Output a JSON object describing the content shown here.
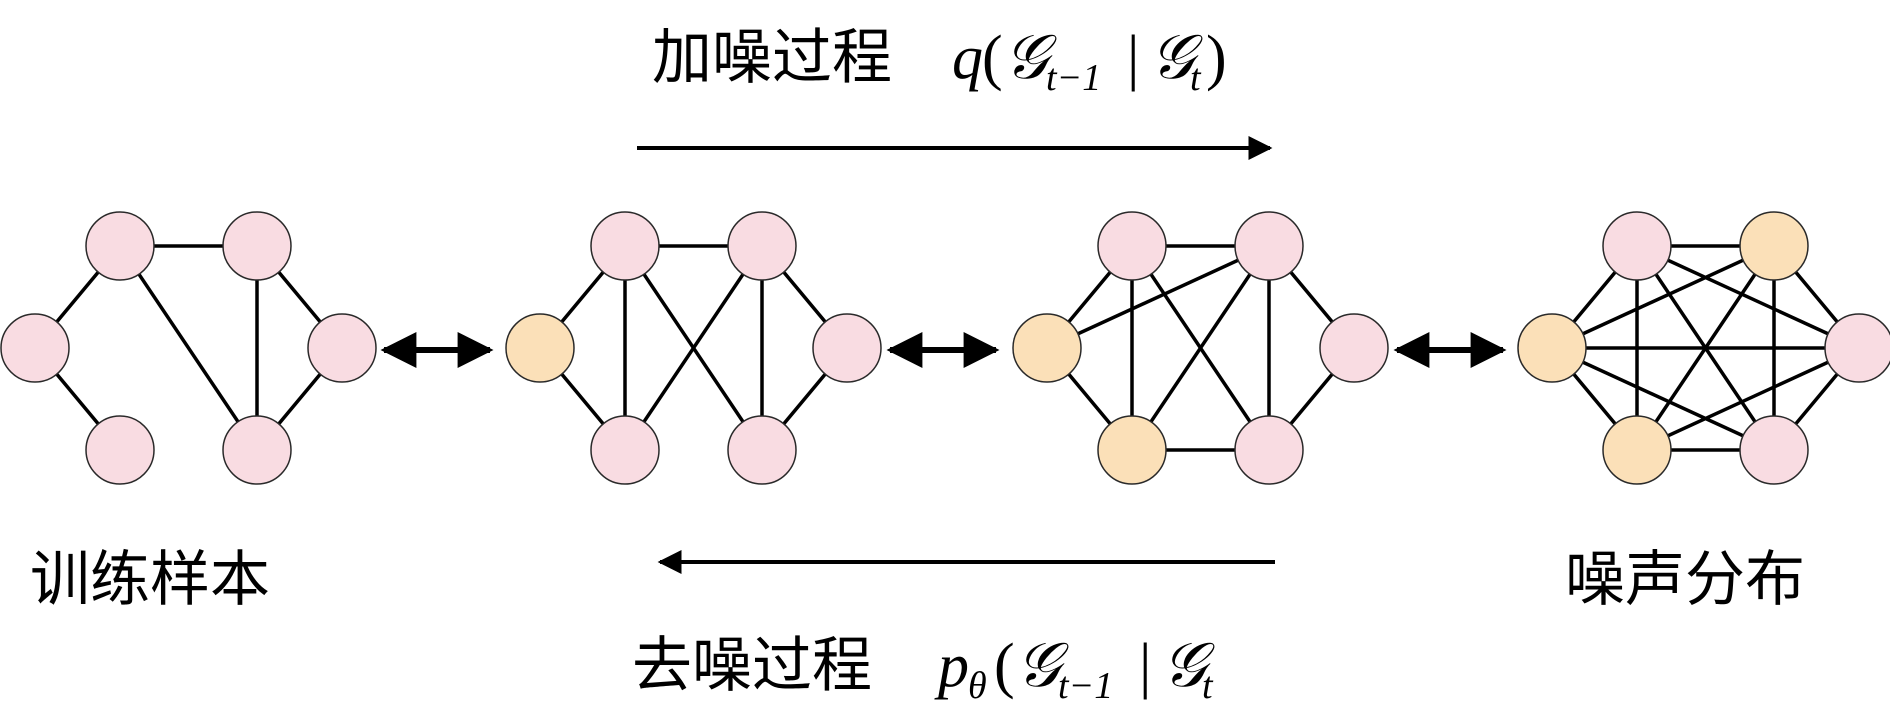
{
  "top_label": {
    "chinese": "加噪过程",
    "func": "q",
    "open": "(",
    "g1": "𝒢",
    "sub1": "t−1",
    "bar": "|",
    "g2": "𝒢",
    "sub2": "t",
    "close": ")"
  },
  "bottom_label": {
    "chinese": "去噪过程",
    "func": "p",
    "func_sub": "θ",
    "open": "(",
    "g1": "𝒢",
    "sub1": "t−1",
    "bar": "|",
    "g2": "𝒢",
    "sub2": "t"
  },
  "left_caption": "训练样本",
  "right_caption": "噪声分布",
  "colors": {
    "node_pink": "#f9dce2",
    "node_orange": "#fbe0b8",
    "stroke": "#000000"
  },
  "graphs": [
    {
      "name": "training-sample",
      "nodes": [
        "pink",
        "pink",
        "pink",
        "pink",
        "pink",
        "pink"
      ],
      "edges": [
        [
          0,
          1
        ],
        [
          1,
          2
        ],
        [
          2,
          3
        ],
        [
          1,
          5
        ],
        [
          2,
          5
        ],
        [
          3,
          5
        ],
        [
          0,
          4
        ]
      ]
    },
    {
      "name": "noisy-graph-1",
      "nodes": [
        "orange",
        "pink",
        "pink",
        "pink",
        "pink",
        "pink"
      ],
      "edges": [
        [
          0,
          1
        ],
        [
          0,
          4
        ],
        [
          1,
          2
        ],
        [
          2,
          3
        ],
        [
          3,
          5
        ],
        [
          1,
          4
        ],
        [
          2,
          5
        ],
        [
          1,
          5
        ],
        [
          2,
          4
        ]
      ]
    },
    {
      "name": "noisy-graph-2",
      "nodes": [
        "orange",
        "pink",
        "pink",
        "pink",
        "orange",
        "pink"
      ],
      "edges": [
        [
          0,
          1
        ],
        [
          0,
          4
        ],
        [
          1,
          2
        ],
        [
          2,
          3
        ],
        [
          3,
          5
        ],
        [
          4,
          5
        ],
        [
          1,
          4
        ],
        [
          2,
          5
        ],
        [
          1,
          5
        ],
        [
          2,
          4
        ],
        [
          0,
          2
        ]
      ]
    },
    {
      "name": "noise-distribution",
      "nodes": [
        "orange",
        "pink",
        "orange",
        "pink",
        "orange",
        "pink"
      ],
      "edges": [
        [
          0,
          1
        ],
        [
          0,
          4
        ],
        [
          1,
          2
        ],
        [
          2,
          3
        ],
        [
          3,
          5
        ],
        [
          4,
          5
        ],
        [
          1,
          4
        ],
        [
          2,
          5
        ],
        [
          1,
          5
        ],
        [
          2,
          4
        ],
        [
          0,
          2
        ],
        [
          0,
          3
        ],
        [
          0,
          5
        ],
        [
          1,
          3
        ],
        [
          3,
          4
        ]
      ]
    }
  ]
}
